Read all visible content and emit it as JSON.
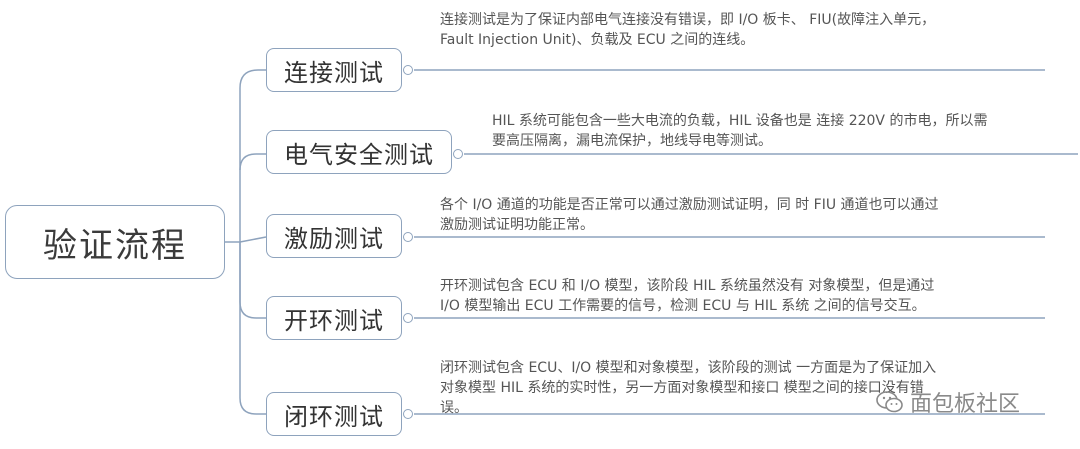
{
  "root": {
    "label": "验证流程"
  },
  "branches": [
    {
      "label": "连接测试",
      "lines": [
        "连接测试是为了保证内部电气连接没有错误，即 I/O 板卡、 FIU(故障注入单元，",
        "Fault Injection Unit)、负载及 ECU 之间的连线。"
      ]
    },
    {
      "label": "电气安全测试",
      "lines": [
        "HIL 系统可能包含一些大电流的负载，HIL 设备也是 连接 220V 的市电，所以需",
        "要高压隔离，漏电流保护，地线导电等测试。"
      ]
    },
    {
      "label": "激励测试",
      "lines": [
        "各个 I/O 通道的功能是否正常可以通过激励测试证明，同 时 FIU 通道也可以通过",
        "激励测试证明功能正常。"
      ]
    },
    {
      "label": "开环测试",
      "lines": [
        "开环测试包含 ECU 和 I/O 模型，该阶段 HIL 系统虽然没有 对象模型，但是通过",
        "I/O 模型输出 ECU 工作需要的信号，检测 ECU 与 HIL 系统 之间的信号交互。"
      ]
    },
    {
      "label": "闭环测试",
      "lines": [
        "闭环测试包含 ECU、I/O 模型和对象模型，该阶段的测试 一方面是为了保证加入",
        "对象模型 HIL 系统的实时性，另一方面对象模型和接口 模型之间的接口没有错",
        "误。"
      ]
    }
  ],
  "watermark": {
    "text": "面包板社区",
    "icon": "wechat-icon"
  },
  "colors": {
    "line": "#8ea3bd",
    "text": "#555555"
  }
}
